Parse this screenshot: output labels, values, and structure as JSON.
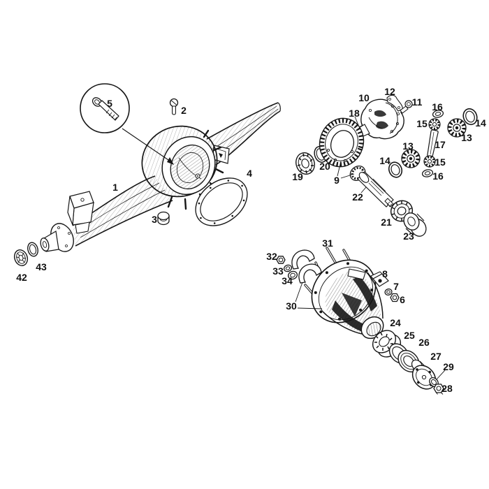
{
  "diagram": {
    "kind": "exploded-parts-diagram",
    "subject": "rear-axle-and-differential",
    "background_color": "#ffffff",
    "ink_color": "#161616"
  },
  "part_labels": [
    {
      "number": "5"
    },
    {
      "number": "2"
    },
    {
      "number": "1"
    },
    {
      "number": "3"
    },
    {
      "number": "4"
    },
    {
      "number": "42"
    },
    {
      "number": "43"
    },
    {
      "number": "19"
    },
    {
      "number": "20"
    },
    {
      "number": "9"
    },
    {
      "number": "18"
    },
    {
      "number": "10"
    },
    {
      "number": "12"
    },
    {
      "number": "11"
    },
    {
      "number": "16"
    },
    {
      "number": "15"
    },
    {
      "number": "14"
    },
    {
      "number": "13"
    },
    {
      "number": "17"
    },
    {
      "number": "13"
    },
    {
      "number": "14"
    },
    {
      "number": "15"
    },
    {
      "number": "16"
    },
    {
      "number": "22"
    },
    {
      "number": "21"
    },
    {
      "number": "23"
    },
    {
      "number": "31"
    },
    {
      "number": "32"
    },
    {
      "number": "33"
    },
    {
      "number": "34"
    },
    {
      "number": "30"
    },
    {
      "number": "8"
    },
    {
      "number": "7"
    },
    {
      "number": "6"
    },
    {
      "number": "24"
    },
    {
      "number": "25"
    },
    {
      "number": "26"
    },
    {
      "number": "27"
    },
    {
      "number": "29"
    },
    {
      "number": "28"
    }
  ]
}
